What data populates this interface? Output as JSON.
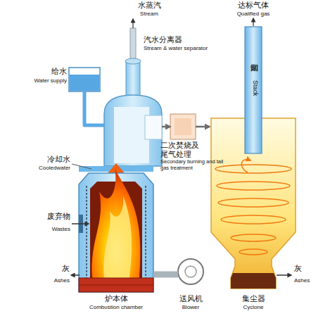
{
  "diagram": {
    "nodes": [
      {
        "text": [
          "给水",
          "Water supply"
        ]
      },
      {
        "text": [
          "汽水分离器",
          "Stream & water separator"
        ]
      },
      {
        "text": [
          "二次焚烧及 尾气处理",
          "Secondary burning and tail gas treatment"
        ]
      },
      {
        "text": [
          "烟囱",
          "Stack"
        ]
      },
      {
        "text": [
          "集尘器",
          "Cyclone"
        ]
      },
      {
        "text": [
          "炉本体",
          "Combustion chamber"
        ]
      },
      {
        "text": [
          "送风机",
          "Blower"
        ]
      }
    ],
    "edges": [
      {
        "from": 1,
        "to": 2,
        "arrow": "to"
      },
      {
        "from": 2,
        "to": 4,
        "arrow": "to"
      },
      {
        "from": 0,
        "to": 1,
        "arrow": "none"
      },
      {
        "from": 6,
        "to": 5,
        "arrow": "none"
      }
    ],
    "labels": [
      "水蒸汽",
      "Stream",
      "达标气体",
      "Qualified gas",
      "冷却水",
      "Cooledwater",
      "废弃物",
      "Wastes",
      "灰",
      "Ashes",
      "灰",
      "Ashes"
    ]
  }
}
